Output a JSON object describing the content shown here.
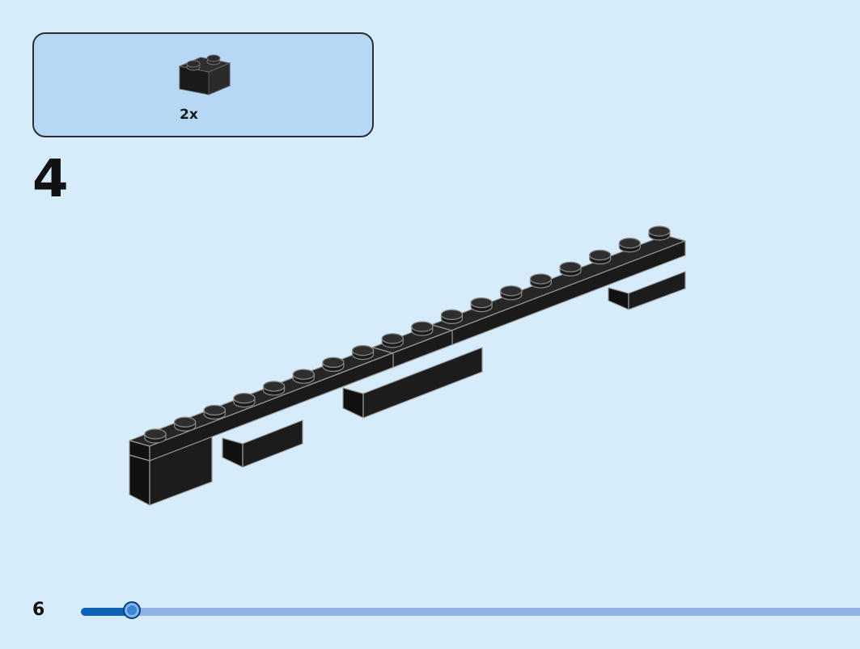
{
  "parts_list": {
    "items": [
      {
        "icon": "brick-1x2-black-icon",
        "color": "#1e1e1e",
        "quantity": "2x"
      }
    ]
  },
  "step": {
    "number": "4"
  },
  "page": {
    "number": "6"
  },
  "progress": {
    "fraction": 0.065,
    "fill_color": "#1062b4",
    "track_color": "#8fb1e3"
  },
  "colors": {
    "background": "#d7ecfb",
    "panel": "#b6d8f4",
    "brick": "#1e1e1e"
  }
}
